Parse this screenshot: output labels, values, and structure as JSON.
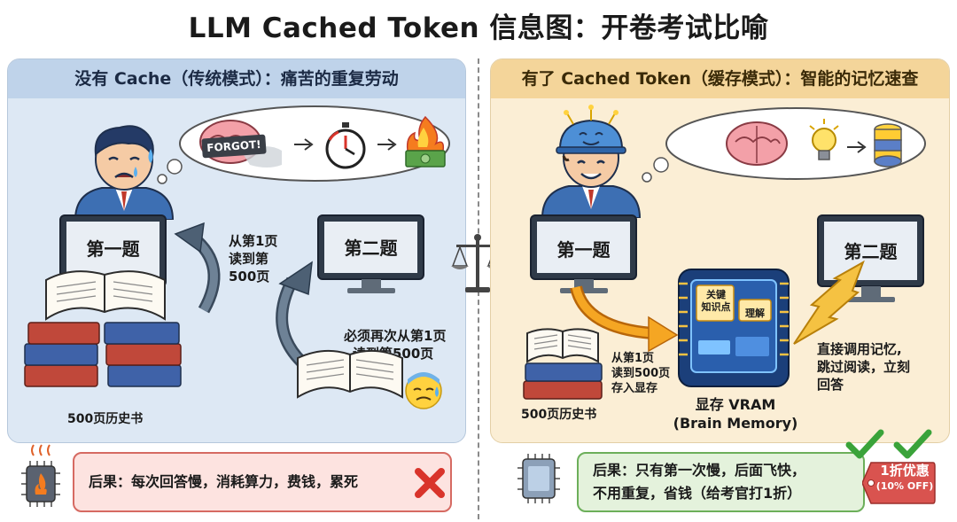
{
  "title": "LLM Cached Token 信息图：开卷考试比喻",
  "left": {
    "heading": "没有 Cache（传统模式）：痛苦的重复劳动",
    "thought_bubble": {
      "forgot_label": "FORGOT!"
    },
    "monitor1_label": "第一题",
    "monitor2_label": "第二题",
    "arrow_text": [
      "从第1页",
      "读到第",
      "500页"
    ],
    "reread_text": [
      "必须再次从第1页",
      "读到第500页"
    ],
    "books_label": "500页历史书",
    "result": "后果：每次回答慢，消耗算力，费钱，累死"
  },
  "right": {
    "heading": "有了 Cached Token（缓存模式）：智能的记忆速查",
    "monitor1_label": "第一题",
    "monitor2_label": "第二题",
    "chip_labels": [
      "关键",
      "知识点",
      "理解"
    ],
    "store_text": [
      "从第1页",
      "读到500页",
      "存入显存"
    ],
    "books_label": "500页历史书",
    "vram_label": [
      "显存 VRAM",
      "(Brain Memory)"
    ],
    "recall_text": [
      "直接调用记忆,",
      "跳过阅读，立刻",
      "回答"
    ],
    "result_lines": [
      "后果：只有第一次慢，后面飞快，",
      "不用重复，省钱（给考官打1折）"
    ],
    "discount_tag": [
      "1折优惠",
      "(10% OFF)"
    ]
  },
  "colors": {
    "left_panel": "#dde8f4",
    "right_panel": "#fbeed5",
    "bad": "#d9342b",
    "good": "#3aa33a",
    "accent_orange": "#f5a623"
  }
}
